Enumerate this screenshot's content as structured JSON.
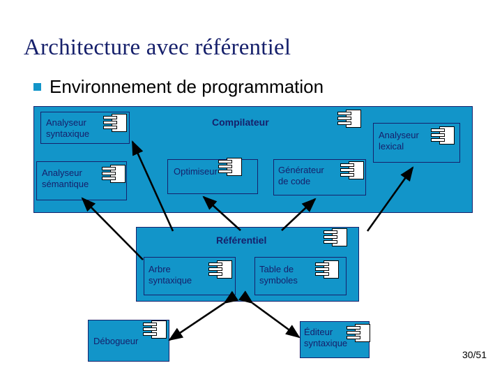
{
  "slide": {
    "title": "Architecture avec référentiel",
    "bullet": "Environnement de programmation",
    "page_number": "30/51",
    "colors": {
      "box_fill": "#1295c9",
      "box_border": "#16206b",
      "title_text": "#16206b",
      "bullet_text": "#000000",
      "arrow": "#000000",
      "background": "#ffffff"
    }
  },
  "diagram": {
    "compiler_group": {
      "title": "Compilateur",
      "icon": "document-icon",
      "components": [
        {
          "label": "Analyseur\nsyntaxique",
          "icon": "document-icon"
        },
        {
          "label": "Analyseur\nsémantique",
          "icon": "document-icon"
        },
        {
          "label": "Optimiseur",
          "icon": "document-icon"
        },
        {
          "label": "Générateur\nde code",
          "icon": "document-icon"
        },
        {
          "label": "Analyseur\nlexical",
          "icon": "document-icon"
        }
      ]
    },
    "repository_group": {
      "title": "Référentiel",
      "icon": "document-icon",
      "components": [
        {
          "label": "Arbre\nsyntaxique",
          "icon": "document-icon"
        },
        {
          "label": "Table de\nsymboles",
          "icon": "document-icon"
        }
      ]
    },
    "tools": [
      {
        "label": "Débogueur",
        "icon": "document-icon"
      },
      {
        "label": "Éditeur\nsyntaxique",
        "icon": "document-icon"
      }
    ]
  }
}
